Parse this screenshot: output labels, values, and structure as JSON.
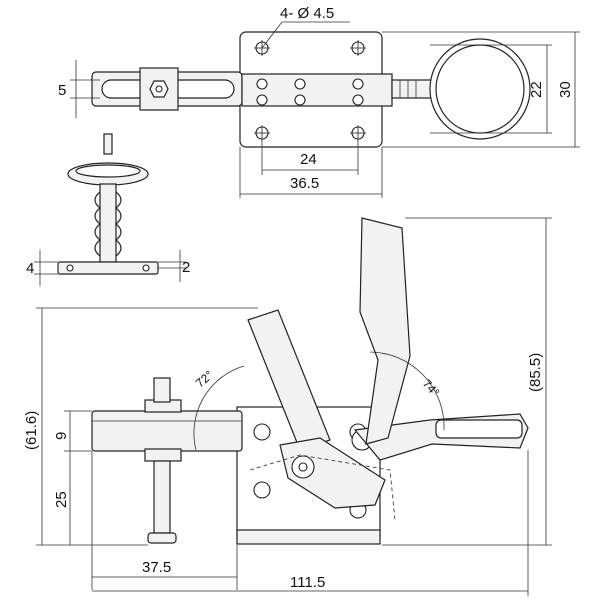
{
  "drawing": {
    "top_view": {
      "hole_callout": "4- Ø 4.5",
      "dim_slot_width": "5",
      "dim_hole_spacing": "24",
      "dim_base_width": "36.5",
      "dim_handle_inner": "22",
      "dim_handle_outer": "30"
    },
    "end_view": {
      "dim_base_thickness": "4",
      "dim_flange": "2"
    },
    "side_view": {
      "dim_total_height": "(61.6)",
      "dim_arm_thickness": "9",
      "dim_pivot_height": "25",
      "dim_spindle_reach": "37.5",
      "dim_total_length": "111.5",
      "dim_handle_height": "(85.5)",
      "angle_open": "72°",
      "angle_handle": "74°"
    }
  }
}
